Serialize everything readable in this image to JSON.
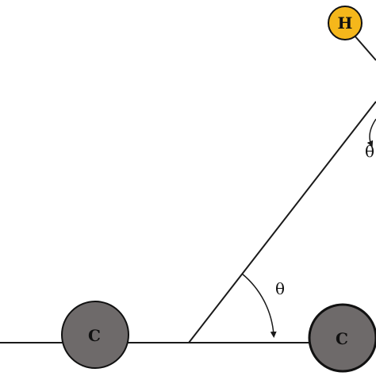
{
  "atoms": {
    "c_left": {
      "label": "C",
      "color": "#6e6a6a"
    },
    "c_right": {
      "label": "C",
      "color": "#6e6a6a"
    },
    "h_top": {
      "label": "H",
      "color": "#f5b71b"
    }
  },
  "angles": {
    "lower": {
      "label": "θ"
    },
    "upper": {
      "label": "θ"
    }
  },
  "colors": {
    "line": "#1a1a1a",
    "atom_stroke": "#111111"
  }
}
